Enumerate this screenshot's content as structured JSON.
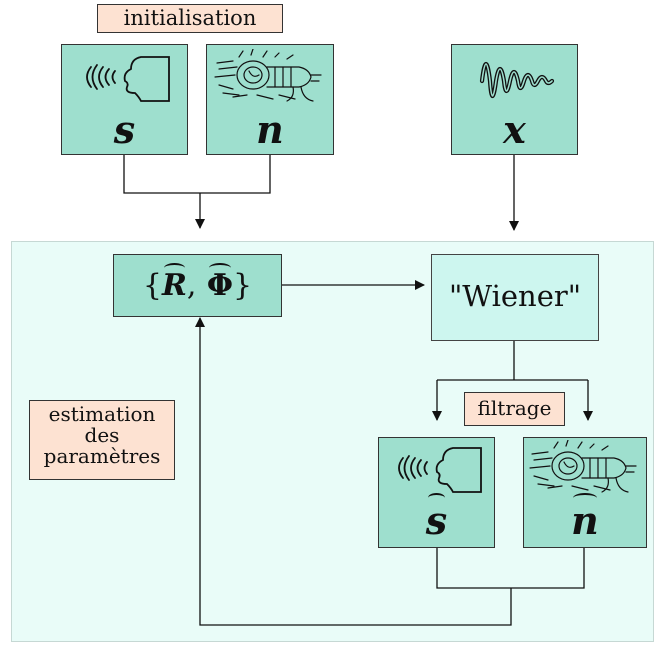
{
  "tags": {
    "init": "initialisation",
    "estimation": [
      "estimation",
      "des",
      "paramètres"
    ],
    "filtrage": "filtrage"
  },
  "symbols": {
    "s": "s",
    "n": "n",
    "x": "x",
    "params": "{R, Φ}",
    "params_open": "{",
    "params_R": "R",
    "params_comma": ",",
    "params_Phi": "Φ",
    "params_close": "}",
    "wiener": "\"Wiener\"",
    "s_hat": "s",
    "n_hat": "n"
  },
  "icons": {
    "speech": "speaking-head-icon",
    "noise": "noisy-engine-icon",
    "signal": "waveform-icon"
  },
  "colors": {
    "box_fill": "#9edfce",
    "box_light": "#cdf6ef",
    "region_bg": "#e9fcf8",
    "tag_fill": "#fde2d2"
  }
}
